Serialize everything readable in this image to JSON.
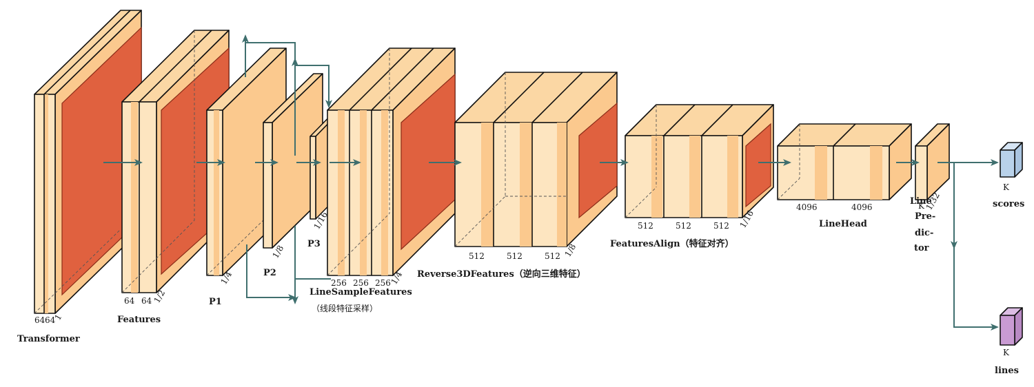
{
  "colors": {
    "light": "#fde5c0",
    "mid": "#fbc98e",
    "red": "#e0613f",
    "connector": "#3f6f6e",
    "scores": "#b9d2ea",
    "lines": "#c99bd3"
  },
  "labels": {
    "transformer": "Transformer",
    "features": "Features",
    "p1": "P1",
    "p2": "P2",
    "p3": "P3",
    "line_sample_features": "LineSampleFeatures",
    "line_sample_features_cn": "（线段特征采样）",
    "reverse3d": "Reverse3DFeatures（逆向三维特征）",
    "features_align": "FeaturesAlign（特征对齐）",
    "line_head": "LineHead",
    "line_predictor_1": "Line",
    "line_predictor_2": "Pre-",
    "line_predictor_3": "dic-",
    "line_predictor_4": "tor",
    "k_scores": "K",
    "scores": "scores",
    "k_lines": "K",
    "lines": "lines",
    "k_mid": "K"
  },
  "dims": {
    "t_64a": "64",
    "t_64b": "64",
    "t_scale": "1",
    "f_64a": "64",
    "f_64b": "64",
    "f_scale": "1/2",
    "p1_scale": "1/4",
    "p2_scale": "1/8",
    "p3_scale": "1/16",
    "ls_256a": "256",
    "ls_256b": "256",
    "ls_256c": "256",
    "ls_scale": "1/4",
    "r_512a": "512",
    "r_512b": "512",
    "r_512c": "512",
    "r_scale": "1/8",
    "fa_512a": "512",
    "fa_512b": "512",
    "fa_512c": "512",
    "fa_scale": "1/16",
    "lh_4096a": "4096",
    "lh_4096b": "4096",
    "lp_scale": "1/32"
  }
}
